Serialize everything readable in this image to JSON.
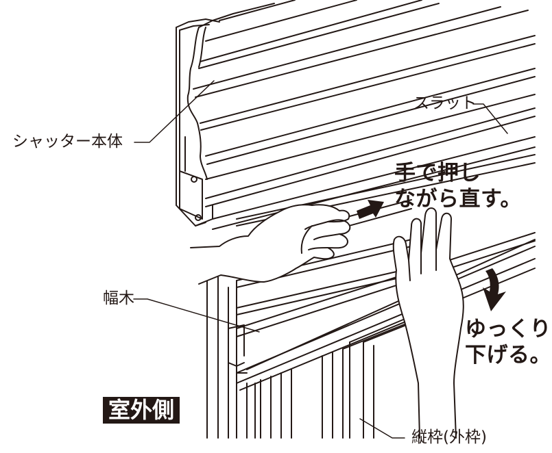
{
  "labels": {
    "shutter_body": "シャッター本体",
    "slat": "スラット",
    "baseboard": "幅木",
    "frame": "縦枠(外枠)"
  },
  "instructions": {
    "push_line1": "手で押し",
    "push_line2": "ながら直す。",
    "lower_line1": "ゆっくり",
    "lower_line2": "下げる。"
  },
  "badge": {
    "outside": "室外側"
  },
  "colors": {
    "ink": "#231815",
    "background": "#ffffff"
  },
  "icons": [
    "right-arrow-icon",
    "down-arrow-icon",
    "left-hand-icon",
    "right-hand-icon"
  ]
}
